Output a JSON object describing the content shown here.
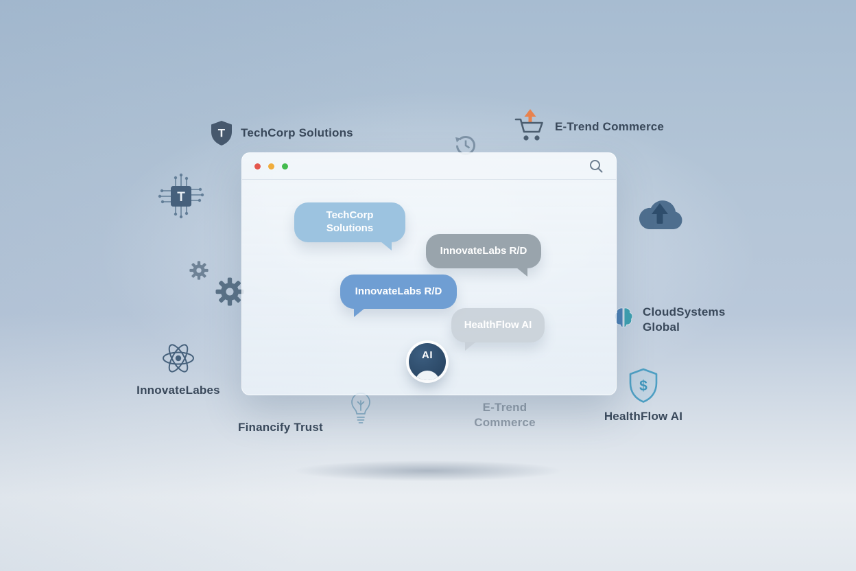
{
  "window": {
    "traffic_lights": [
      {
        "name": "close",
        "color": "#e4574d"
      },
      {
        "name": "minimize",
        "color": "#f0ad3d"
      },
      {
        "name": "maximize",
        "color": "#43bb4e"
      }
    ],
    "bubbles": [
      {
        "label": "TechCorp Solutions",
        "color": "#9cc3e0",
        "tail": "right"
      },
      {
        "label": "InnovateLabs R/D",
        "color": "#99a4ac",
        "tail": "right"
      },
      {
        "label": "InnovateLabs R/D",
        "color": "#6f9ed3",
        "tail": "left"
      },
      {
        "label": "HealthFlow AI",
        "color": "#c8cfd7",
        "tail": "left"
      }
    ],
    "avatar_label": "AI"
  },
  "companies": {
    "techcorp": {
      "label": "TechCorp Solutions"
    },
    "etrend_top": {
      "label": "E-Trend Commerce"
    },
    "cloudsystems": {
      "label": "CloudSystems Global"
    },
    "healthflow": {
      "label": "HealthFlow AI"
    },
    "innovatelabes": {
      "label": "InnovateLabes"
    },
    "financify": {
      "label": "Financify Trust"
    },
    "etrend_bottom": {
      "label": "E-Trend Commerce"
    }
  },
  "icons": {
    "shield_letter": "T",
    "chip_letter": "T",
    "dollar_sign": "$"
  },
  "colors": {
    "background_top": "#a7bcd1",
    "background_bottom": "#e9edf1",
    "label_dark": "#39485a",
    "label_muted": "#8e9aa7",
    "avatar_bg": "#2d4a68"
  }
}
